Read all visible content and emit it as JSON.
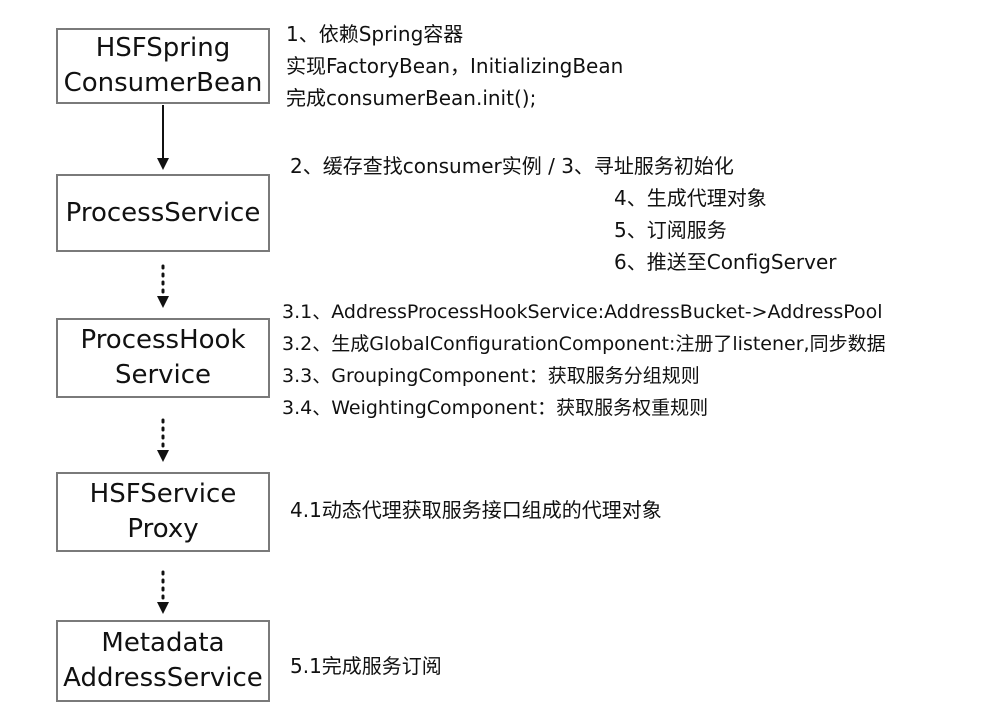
{
  "boxes": [
    {
      "label": "HSFSpring\nConsumerBean"
    },
    {
      "label": "ProcessService"
    },
    {
      "label": "ProcessHook\nService"
    },
    {
      "label": "HSFService\nProxy"
    },
    {
      "label": "Metadata\nAddressService"
    }
  ],
  "notes": {
    "consumer_bean": [
      "1、依赖Spring容器",
      "实现FactoryBean，InitializingBean",
      "完成consumerBean.init();"
    ],
    "process_service": [
      "2、缓存查找consumer实例  /   3、寻址服务初始化",
      "4、生成代理对象",
      "5、订阅服务",
      "6、推送至ConfigServer"
    ],
    "process_hook": [
      "3.1、AddressProcessHookService:AddressBucket->AddressPool",
      "3.2、生成GlobalConfigurationComponent:注册了listener,同步数据",
      "3.3、GroupingComponent：获取服务分组规则",
      "3.4、WeightingComponent：获取服务权重规则"
    ],
    "service_proxy": [
      "4.1动态代理获取服务接口组成的代理对象"
    ],
    "metadata": [
      "5.1完成服务订阅"
    ]
  },
  "colors": {
    "box_border": "#7a7a7a",
    "text": "#111111",
    "arrow": "#111111"
  }
}
